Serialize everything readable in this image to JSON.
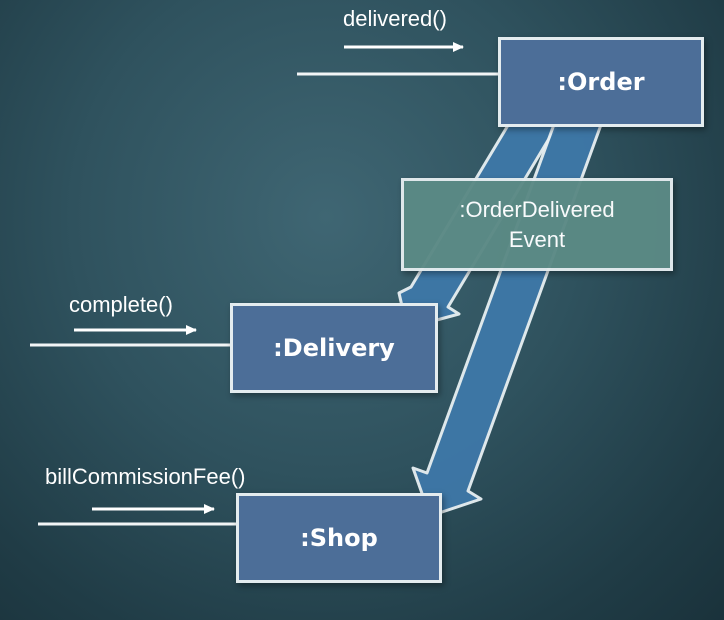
{
  "objects": {
    "order": ":Order",
    "delivery": ":Delivery",
    "shop": ":Shop"
  },
  "event": {
    "line1": ":OrderDelivered",
    "line2": "Event"
  },
  "messages": {
    "delivered": "delivered()",
    "complete": "complete()",
    "bill": "billCommissionFee()"
  },
  "colors": {
    "object_fill": "#4c6e98",
    "event_fill": "#5b8a85",
    "arrow_fill": "#3e78a8",
    "border": "#e4ecef",
    "background": "#2f525e"
  }
}
